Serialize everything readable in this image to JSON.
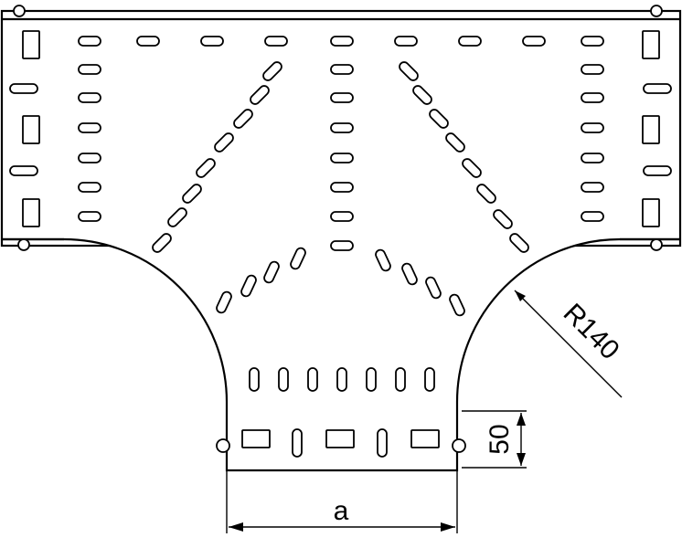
{
  "labels": {
    "radius": "R140",
    "flange_height": "50",
    "width": "a"
  },
  "colors": {
    "stroke": "#000000",
    "background": "#ffffff"
  }
}
